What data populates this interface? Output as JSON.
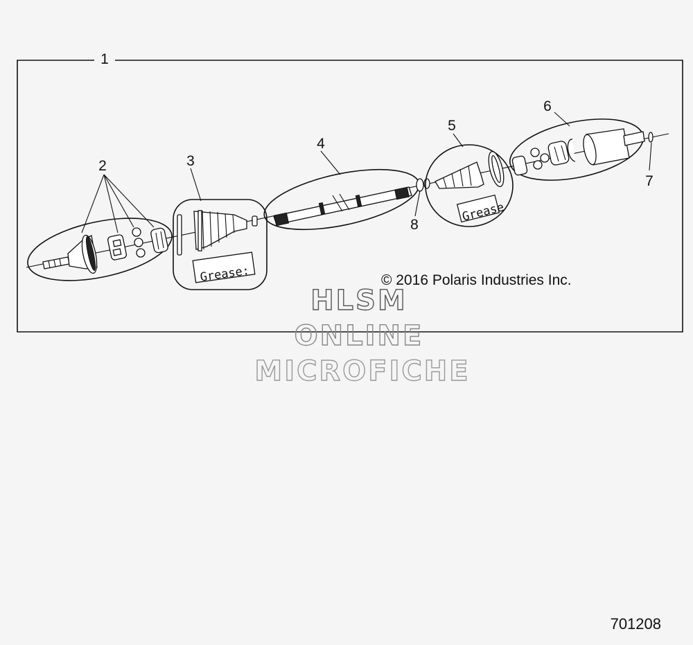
{
  "callouts": {
    "c1": "1",
    "c2": "2",
    "c3": "3",
    "c4": "4",
    "c5": "5",
    "c6": "6",
    "c7": "7",
    "c8": "8"
  },
  "labels": {
    "grease_a": "Grease:",
    "grease_b": "Grease"
  },
  "copyright": "© 2016 Polaris Industries Inc.",
  "watermark": {
    "line1": "HLSM",
    "line2": "ONLINE",
    "line3": "MICROFICHE"
  },
  "reference_number": "701208",
  "colors": {
    "line": "#111111",
    "background": "#f5f5f5",
    "watermark_dark": "#555555",
    "watermark_light": "#999999"
  }
}
